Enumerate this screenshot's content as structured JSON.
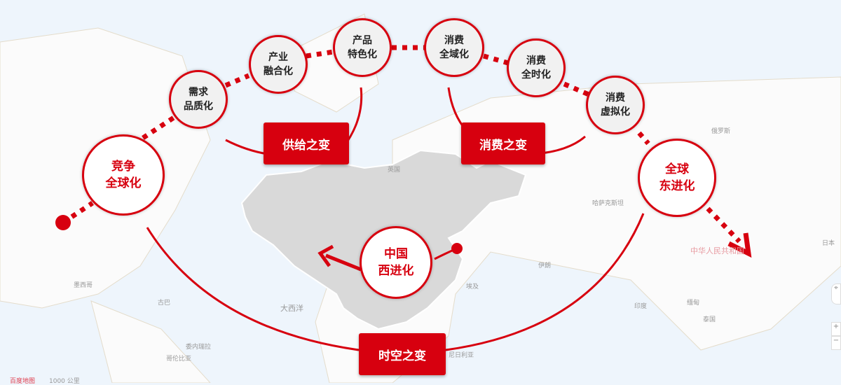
{
  "circles": {
    "c1": "竞争\n全球化",
    "c2": "需求\n品质化",
    "c3": "产业\n融合化",
    "c4": "产品\n特色化",
    "c5": "消费\n全域化",
    "c6": "消费\n全时化",
    "c7": "消费\n虚拟化",
    "c8": "全球\n东进化",
    "c9": "中国\n西进化"
  },
  "boxes": {
    "supply": "供给之变",
    "consume": "消费之变",
    "spacetime": "时空之变"
  },
  "map_labels": {
    "atlantic": "大西洋",
    "china": "中华人民共和国",
    "japan": "日本",
    "mexico": "墨西哥",
    "cuba": "古巴",
    "venezuela": "委内瑞拉",
    "colombia": "哥伦比亚",
    "india": "印度",
    "thailand": "泰国",
    "burma": "缅甸",
    "russia": "俄罗斯",
    "kazakhstan": "哈萨克斯坦",
    "iran": "伊朗",
    "egypt": "埃及",
    "uk": "英国",
    "nigeria": "尼日利亚",
    "scale": "1000 公里",
    "logo": "百度地图"
  },
  "colors": {
    "accent": "#d7000f",
    "china_fill": "#d9d9d9"
  }
}
